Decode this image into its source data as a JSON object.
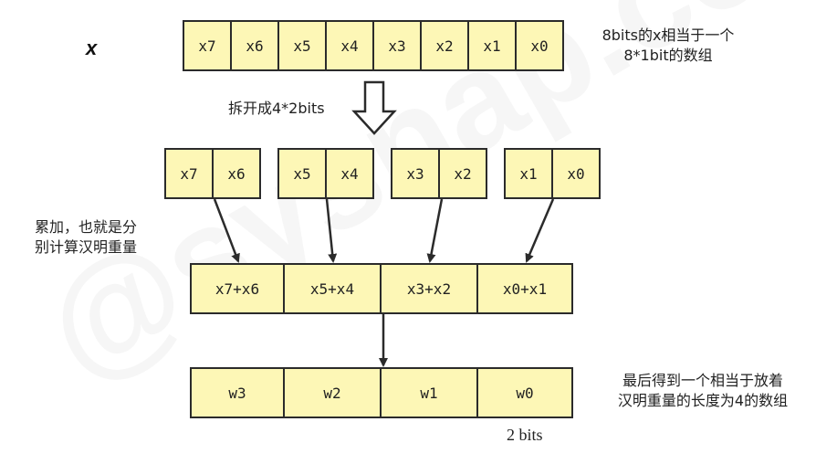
{
  "watermark": "@sysnap.com",
  "variable_label": "x",
  "bits_row": [
    "x7",
    "x6",
    "x5",
    "x4",
    "x3",
    "x2",
    "x1",
    "x0"
  ],
  "top_note": [
    "8bits的x相当于一个",
    "8*1bit的数组"
  ],
  "split_label": "拆开成4*2bits",
  "pairs": [
    [
      "x7",
      "x6"
    ],
    [
      "x5",
      "x4"
    ],
    [
      "x3",
      "x2"
    ],
    [
      "x1",
      "x0"
    ]
  ],
  "sum_note": [
    "累加，也就是分",
    "别计算汉明重量"
  ],
  "sums_row": [
    "x7+x6",
    "x5+x4",
    "x3+x2",
    "x0+x1"
  ],
  "weights_row": [
    "w3",
    "w2",
    "w1",
    "w0"
  ],
  "result_note": [
    "最后得到一个相当于放着",
    "汉明重量的长度为4的数组"
  ],
  "width_label": "2 bits",
  "colors": {
    "cell_fill": "#fdf7b6",
    "stroke": "#2b2b2b"
  }
}
